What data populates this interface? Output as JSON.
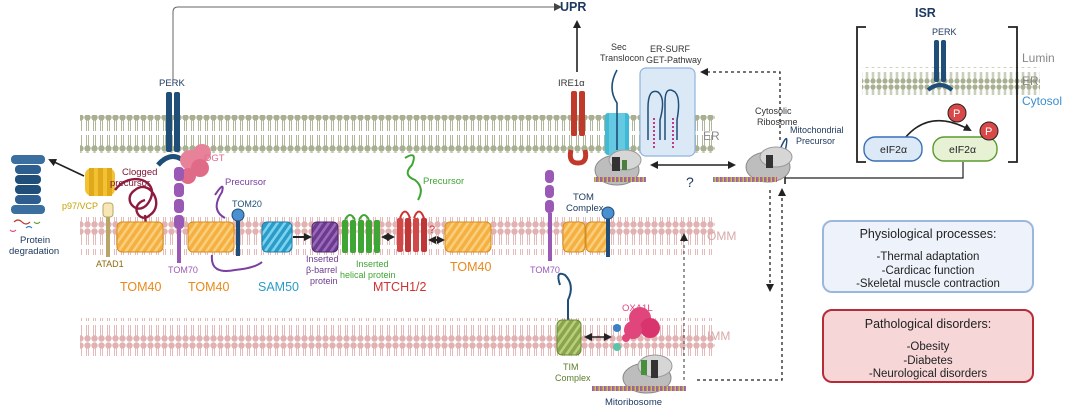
{
  "labels": {
    "upr": "UPR",
    "isr": "ISR",
    "perk_isr": "PERK",
    "perk": "PERK",
    "lumin": "Lumin",
    "er_isr": "ER",
    "cytosol": "Cytosol",
    "eif2a_1": "eIF2α",
    "eif2a_2": "eIF2α",
    "p": "P",
    "sec_line1": "Sec",
    "sec_line2": "Translocon",
    "ersurf_line1": "ER-SURF",
    "ersurf_line2": "GET-Pathway",
    "ire1a": "IRE1α",
    "er": "ER",
    "cyto_ribo_line1": "Cytosolic",
    "cyto_ribo_line2": "Ribosome",
    "mito_prec_line1": "Mitochondrial",
    "mito_prec_line2": "Precursor",
    "question_er": "?",
    "question_red": "?",
    "ogt": "OGT",
    "clogged_line1": "Clogged",
    "clogged_line2": "precursor",
    "p97": "p97/VCP",
    "protein_deg_line1": "Protein",
    "protein_deg_line2": "degradation",
    "precursor_purple": "Precursor",
    "tom20": "TOM20",
    "precursor_green": "Precursor",
    "tom_complex_line1": "TOM",
    "tom_complex_line2": "Complex",
    "omm": "OMM",
    "atad1": "ATAD1",
    "tom70_left": "TOM70",
    "tom70_right": "TOM70",
    "tom40_1": "TOM40",
    "tom40_2": "TOM40",
    "tom40_3": "TOM40",
    "sam50": "SAM50",
    "beta_line1": "Inserted",
    "beta_line2": "β-barrel",
    "beta_line3": "protein",
    "helical_line1": "Inserted",
    "helical_line2": "helical protein",
    "mtch": "MTCH1/2",
    "imm": "IMM",
    "tim_line1": "TIM",
    "tim_line2": "Complex",
    "oxa1l": "OXA1L",
    "mitoribosome": "Mitoribosome"
  },
  "physiological": {
    "title": "Physiological processes:",
    "items": [
      "-Thermal adaptation",
      "-Cardicac function",
      "-Skeletal muscle contraction"
    ]
  },
  "pathological": {
    "title": "Pathological disorders:",
    "items": [
      "-Obesity",
      "-Diabetes",
      "-Neurological disorders"
    ]
  },
  "colors": {
    "membrane_head": "#a8b091",
    "omm_head": "#e2b2b2",
    "tom40": "#f5b041",
    "sam50": "#3db0d8",
    "tom70": "#9b59b6",
    "helical": "#3fa535",
    "mtch": "#cc3333",
    "perk": "#1f4e79",
    "physio_border": "#9ab8de",
    "physio_fill": "#eef3fb",
    "patho_border": "#b52b36",
    "patho_fill": "#f6d6d7"
  }
}
